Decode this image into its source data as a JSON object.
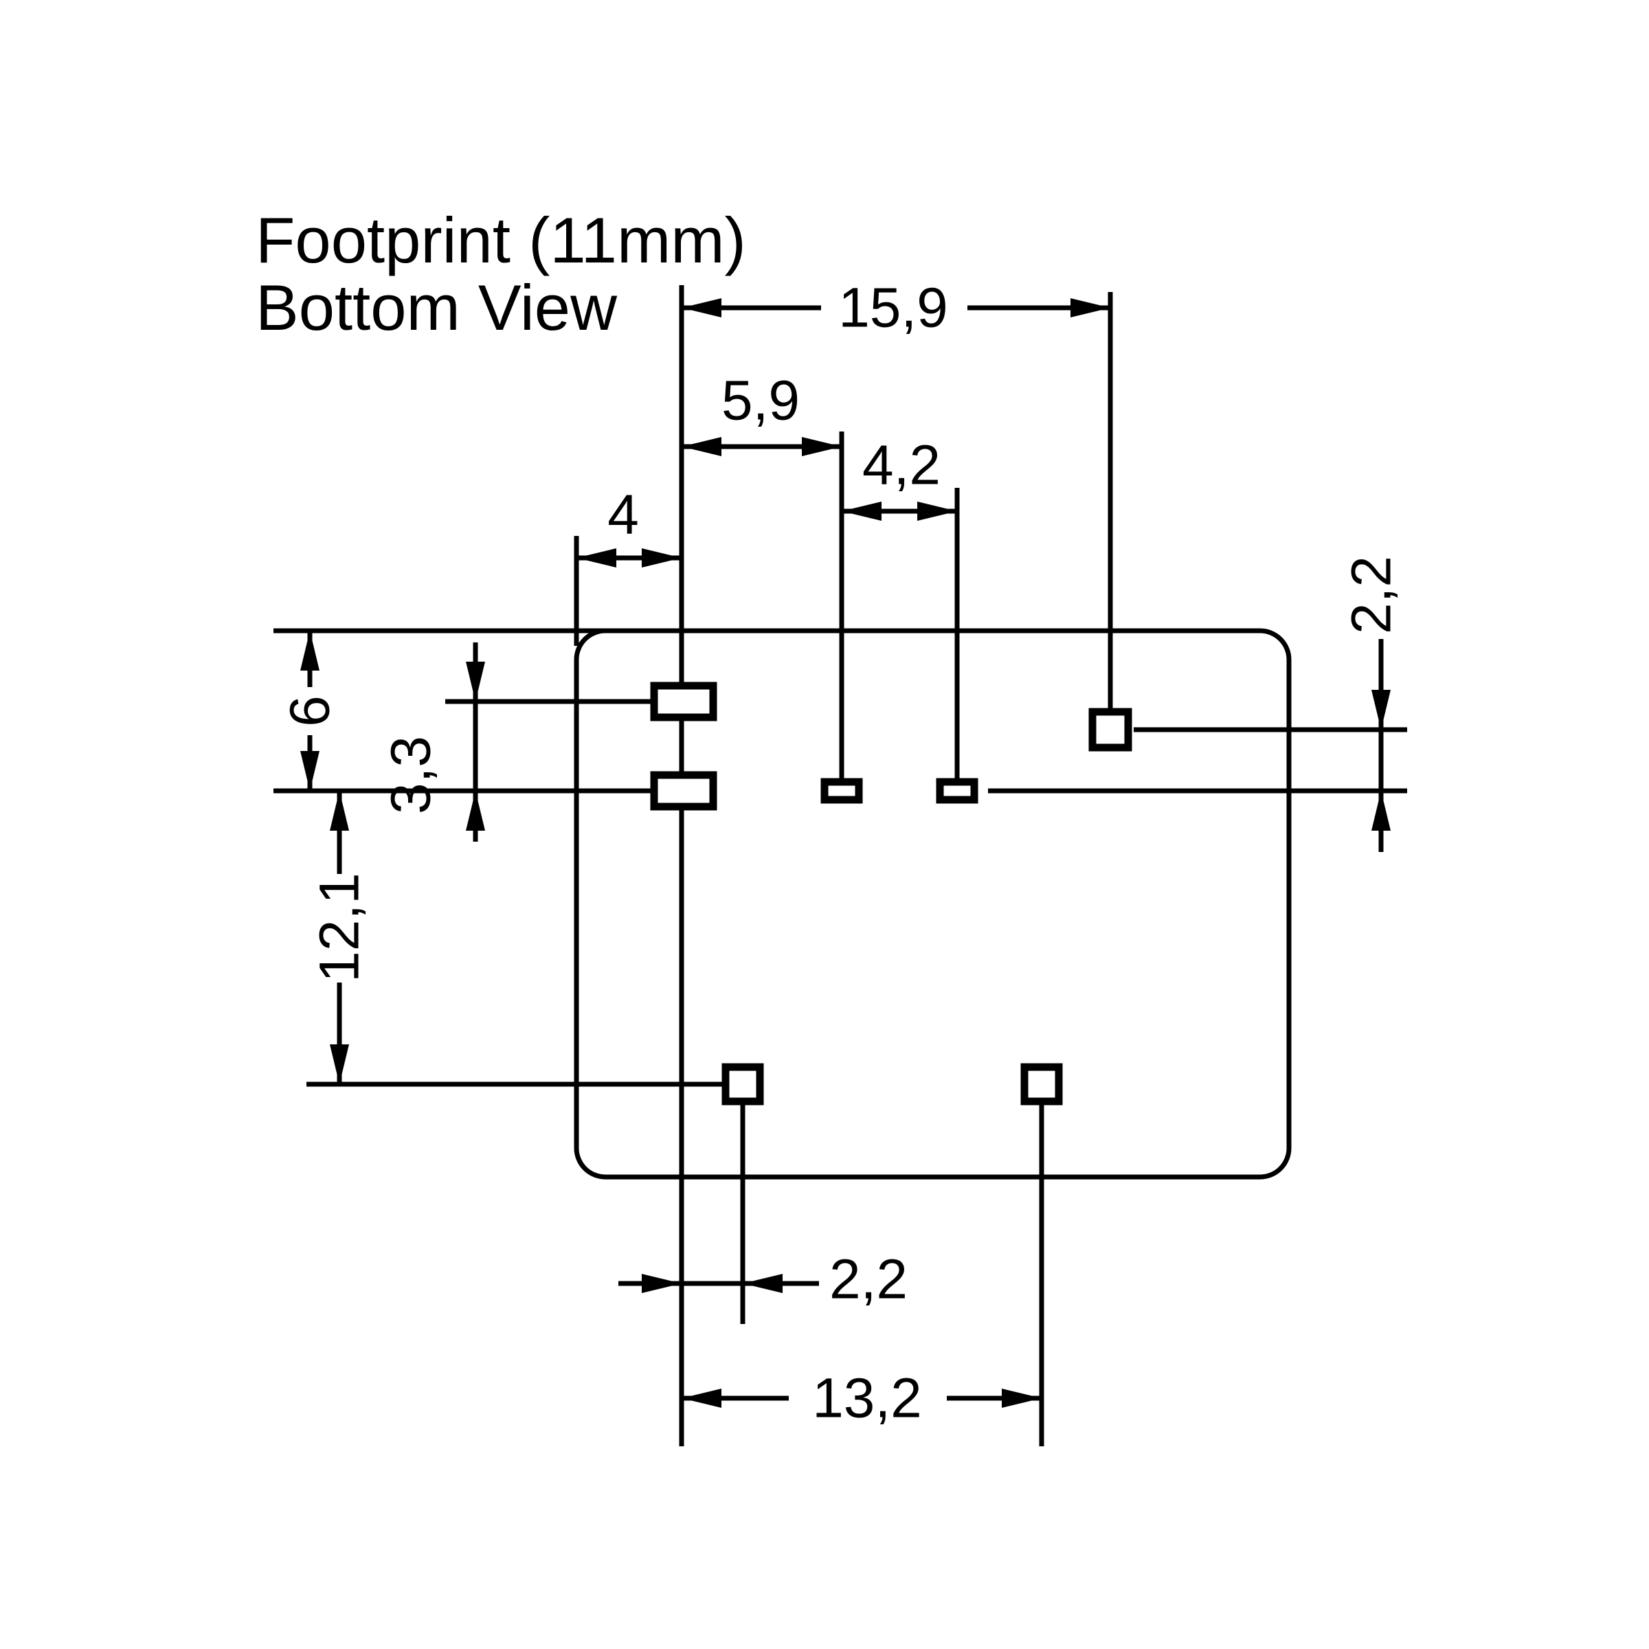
{
  "title": {
    "line1": "Footprint (11mm)",
    "line2": "Bottom View"
  },
  "units": "mm",
  "colors": {
    "ink": "#000000",
    "paper": "#ffffff"
  },
  "dims": {
    "top_total": "15,9",
    "coil_left": "5,9",
    "coil_pitch": "4,2",
    "left_margin": "4",
    "right_vertical": "2,2",
    "left_top": "6",
    "left_rows_pitch": "3,3",
    "left_vertical": "12,1",
    "bottom_offset": "2,2",
    "bottom_pitch": "13,2"
  }
}
